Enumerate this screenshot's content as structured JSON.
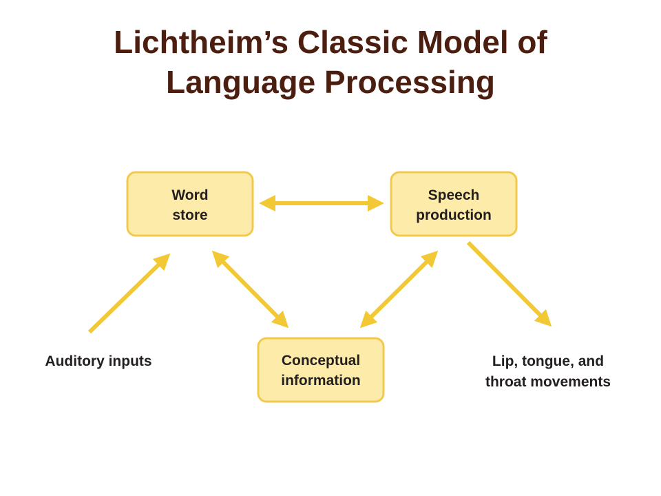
{
  "title": {
    "line1": "Lichtheim’s Classic Model of",
    "line2": "Language Processing"
  },
  "colors": {
    "title": "#4b1e0f",
    "box_fill": "#fdebaa",
    "box_stroke": "#f2c94c",
    "arrow": "#f2c935",
    "text": "#231f20"
  },
  "nodes": {
    "word_store": {
      "line1": "Word",
      "line2": "store"
    },
    "speech_production": {
      "line1": "Speech",
      "line2": "production"
    },
    "conceptual_information": {
      "line1": "Conceptual",
      "line2": "information"
    }
  },
  "labels": {
    "auditory_inputs": "Auditory inputs",
    "movements": {
      "line1": "Lip, tongue, and",
      "line2": "throat movements"
    }
  }
}
